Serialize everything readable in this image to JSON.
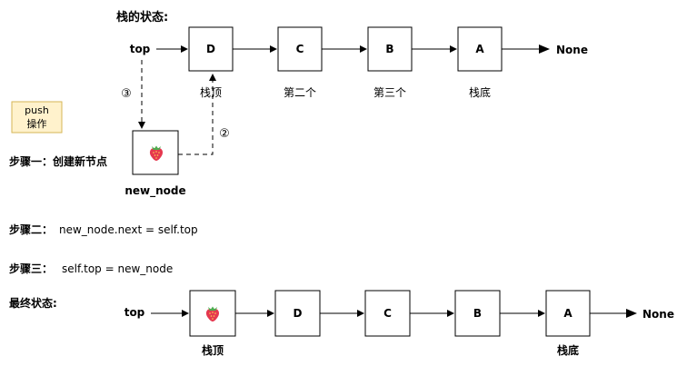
{
  "colors": {
    "note_fill": "#fff2cc",
    "note_border": "#d6b656",
    "line": "#000000",
    "node_fill": "#ffffff"
  },
  "icons": {
    "new_node_icon": "strawberry-icon",
    "final_top_icon": "strawberry-icon"
  },
  "stack_state": {
    "title": "栈的状态:",
    "top_label": "top",
    "nodes": [
      "D",
      "C",
      "B",
      "A"
    ],
    "node_labels": [
      "栈顶",
      "第二个",
      "第三个",
      "栈底"
    ],
    "end_label": "None",
    "step_marker_3": "③",
    "step_marker_2": "②"
  },
  "push_note": {
    "line1": "push",
    "line2": "操作"
  },
  "step1": {
    "text": "步骤一：创建新节点",
    "node_label": "new_node"
  },
  "step2": {
    "prefix": "步骤二：",
    "code": "new_node.next = self.top"
  },
  "step3": {
    "prefix": "步骤三：",
    "code": "self.top = new_node"
  },
  "final_state": {
    "title": "最终状态:",
    "top_label": "top",
    "nodes": [
      "D",
      "C",
      "B",
      "A"
    ],
    "top_node_label": "栈顶",
    "bottom_node_label": "栈底",
    "end_label": "None"
  }
}
